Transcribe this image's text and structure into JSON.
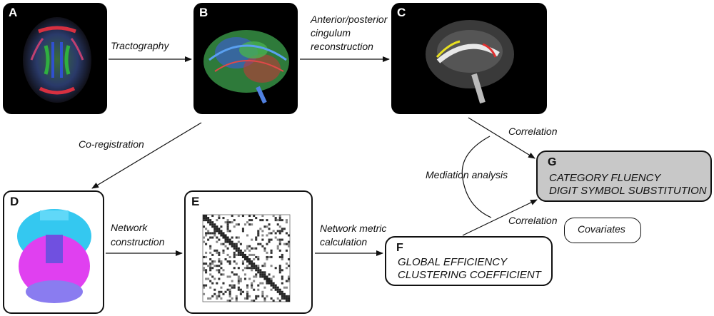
{
  "panels": {
    "A": {
      "label": "A"
    },
    "B": {
      "label": "B"
    },
    "C": {
      "label": "C"
    },
    "D": {
      "label": "D"
    },
    "E": {
      "label": "E"
    }
  },
  "arrows": {
    "tractography": "Tractography",
    "cingulum_line1": "Anterior/posterior",
    "cingulum_line2": "cingulum",
    "cingulum_line3": "reconstruction",
    "coregistration": "Co-registration",
    "network_line1": "Network",
    "network_line2": "construction",
    "metric_line1": "Network metric",
    "metric_line2": "calculation",
    "correlation_top": "Correlation",
    "correlation_bottom": "Correlation",
    "mediation": "Mediation analysis"
  },
  "box_F": {
    "label": "F",
    "line1": "GLOBAL EFFICIENCY",
    "line2": "CLUSTERING COEFFICIENT"
  },
  "box_G": {
    "label": "G",
    "line1": "CATEGORY FLUENCY",
    "line2": "DIGIT SYMBOL SUBSTITUTION",
    "fill": "#c8c8c8"
  },
  "covariates": {
    "label": "Covariates"
  },
  "colors": {
    "dark_panel": "#000000",
    "arrow": "#111111",
    "box_G_fill": "#c8c8c8",
    "atlas_cyan": "#34c8f0",
    "atlas_magenta": "#e040f0",
    "atlas_violet": "#8a7cf0"
  }
}
